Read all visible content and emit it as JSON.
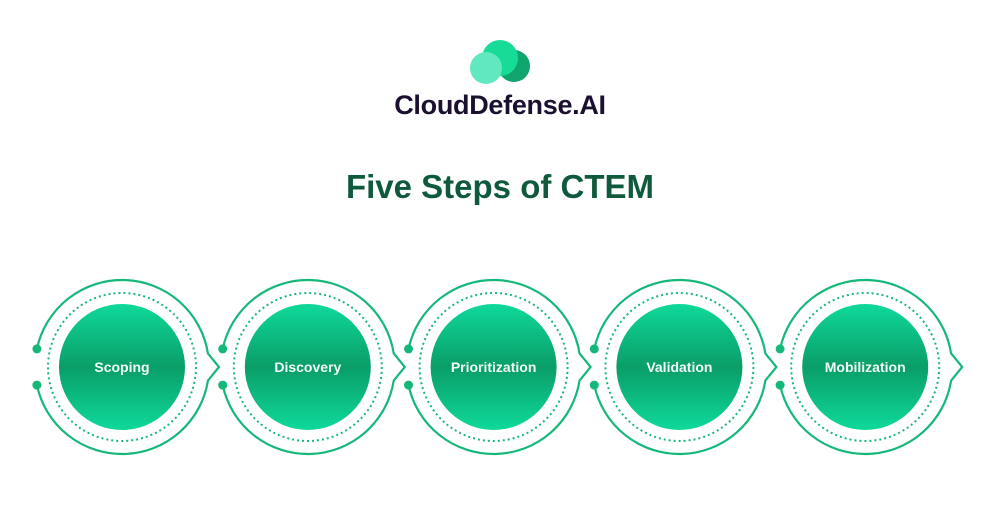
{
  "brand": {
    "name": "CloudDefense.AI"
  },
  "title": "Five Steps of CTEM",
  "steps": [
    {
      "label": "Scoping"
    },
    {
      "label": "Discovery"
    },
    {
      "label": "Prioritization"
    },
    {
      "label": "Validation"
    },
    {
      "label": "Mobilization"
    }
  ],
  "colors": {
    "ring": "#16b87a",
    "fill_light": "#0fd99a",
    "fill_dark": "#0a9e68",
    "title": "#0f5a3c",
    "brand": "#1b1030"
  }
}
